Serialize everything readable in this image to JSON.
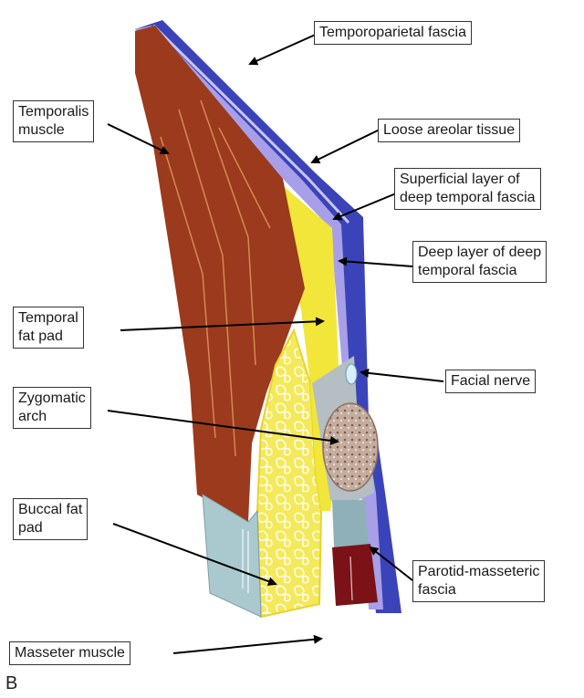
{
  "panel_letter": "B",
  "labels": {
    "temporoparietal_fascia": "Temporoparietal fascia",
    "temporalis_muscle": "Temporalis\nmuscle",
    "loose_areolar_tissue": "Loose areolar tissue",
    "superficial_layer": "Superficial layer of\ndeep temporal fascia",
    "deep_layer": "Deep layer of deep\ntemporal fascia",
    "temporal_fat_pad": "Temporal\nfat pad",
    "facial_nerve": "Facial nerve",
    "zygomatic_arch": "Zygomatic\narch",
    "buccal_fat_pad": "Buccal fat\npad",
    "parotid_masseteric_fascia": "Parotid-masseteric\nfascia",
    "masseter_muscle": "Masseter muscle"
  },
  "colors": {
    "temporalis": "#9b3a1c",
    "fat": "#f2e63a",
    "fascia_blue": "#3a44b8",
    "fascia_lavender": "#a7a0e8",
    "masseter_grey": "#a9c9cf",
    "parotid_red": "#7a1218",
    "bone": "#b9a091",
    "nerve": "#d8eef8"
  }
}
